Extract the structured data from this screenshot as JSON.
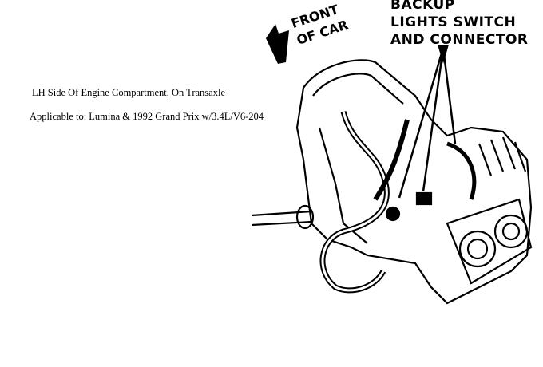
{
  "caption": {
    "location": "LH Side Of Engine Compartment, On Transaxle",
    "applicable": "Applicable to:  Lumina & 1992 Grand Prix w/3.4L/V6-204"
  },
  "labels": {
    "front_line1": "FRONT",
    "front_line2": "OF CAR",
    "callout_line1": "BACKUP",
    "callout_line2": "LIGHTS SWITCH",
    "callout_line3": "AND CONNECTOR"
  }
}
